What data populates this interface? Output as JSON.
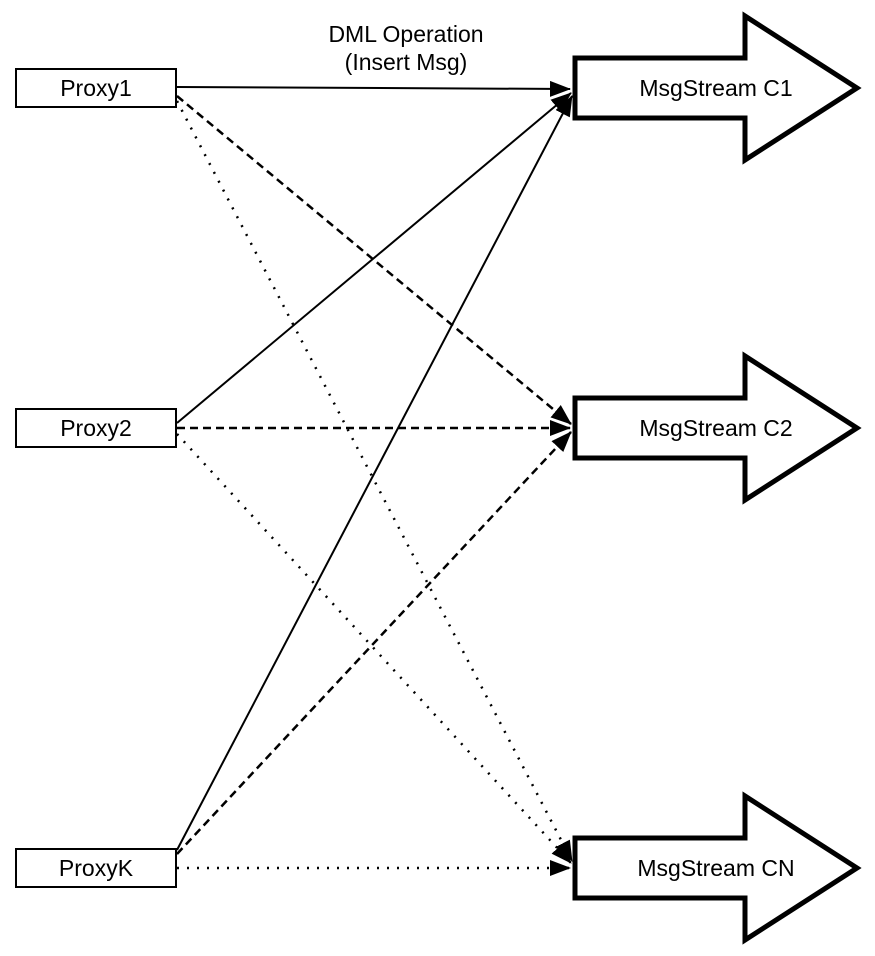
{
  "diagram": {
    "title": {
      "line1": "DML Operation",
      "line2": "(Insert Msg)"
    },
    "proxies": [
      {
        "label": "Proxy1"
      },
      {
        "label": "Proxy2"
      },
      {
        "label": "ProxyK"
      }
    ],
    "streams": [
      {
        "label": "MsgStream C1"
      },
      {
        "label": "MsgStream C2"
      },
      {
        "label": "MsgStream CN"
      }
    ],
    "connections": [
      {
        "from": "Proxy1",
        "to": "MsgStream C1",
        "style": "solid"
      },
      {
        "from": "Proxy2",
        "to": "MsgStream C1",
        "style": "solid"
      },
      {
        "from": "ProxyK",
        "to": "MsgStream C1",
        "style": "solid"
      },
      {
        "from": "Proxy1",
        "to": "MsgStream C2",
        "style": "dashed"
      },
      {
        "from": "Proxy2",
        "to": "MsgStream C2",
        "style": "dashed"
      },
      {
        "from": "ProxyK",
        "to": "MsgStream C2",
        "style": "dashed"
      },
      {
        "from": "Proxy1",
        "to": "MsgStream CN",
        "style": "dotted"
      },
      {
        "from": "Proxy2",
        "to": "MsgStream CN",
        "style": "dotted"
      },
      {
        "from": "ProxyK",
        "to": "MsgStream CN",
        "style": "dotted"
      }
    ],
    "colors": {
      "stroke": "#000000",
      "fill": "#ffffff",
      "background": "#ffffff"
    }
  }
}
